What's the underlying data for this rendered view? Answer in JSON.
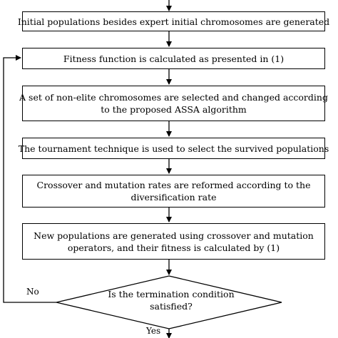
{
  "steps": [
    {
      "lines": [
        "Initial populations besides expert initial chromosomes are generated"
      ]
    },
    {
      "lines": [
        "Fitness function is calculated as presented in (1)"
      ]
    },
    {
      "lines": [
        "A set of non-elite chromosomes are selected and changed according",
        "to the proposed ASSA algorithm"
      ]
    },
    {
      "lines": [
        "The tournament technique is used to select the survived populations"
      ]
    },
    {
      "lines": [
        "Crossover and mutation rates are reformed according to the",
        "diversification rate"
      ]
    },
    {
      "lines": [
        "New populations are generated using crossover and mutation",
        "operators, and their fitness is calculated by (1)"
      ]
    }
  ],
  "decision": {
    "lines": [
      "Is the termination condition",
      "satisfied?"
    ],
    "no_label": "No",
    "yes_label": "Yes"
  }
}
